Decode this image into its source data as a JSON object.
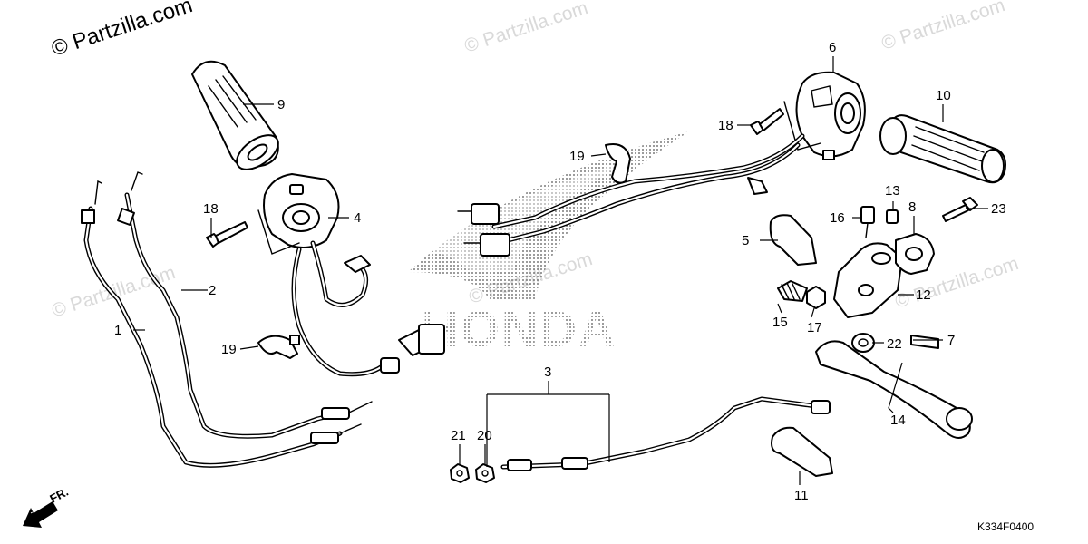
{
  "watermarks": {
    "main": "© Partzilla.com",
    "repeat": "© Partzilla.com",
    "small": "Partzilla.com"
  },
  "brand_logo_text": "HONDA",
  "diagram_code": "K334F0400",
  "direction_label": "FR.",
  "callouts": {
    "c1": "1",
    "c2": "2",
    "c3": "3",
    "c4": "4",
    "c5": "5",
    "c6": "6",
    "c7": "7",
    "c8": "8",
    "c9": "9",
    "c10": "10",
    "c11": "11",
    "c12": "12",
    "c13": "13",
    "c14": "14",
    "c15": "15",
    "c16": "16",
    "c17": "17",
    "c18a": "18",
    "c18b": "18",
    "c19a": "19",
    "c19b": "19",
    "c20": "20",
    "c21": "21",
    "c22": "22",
    "c23": "23"
  }
}
